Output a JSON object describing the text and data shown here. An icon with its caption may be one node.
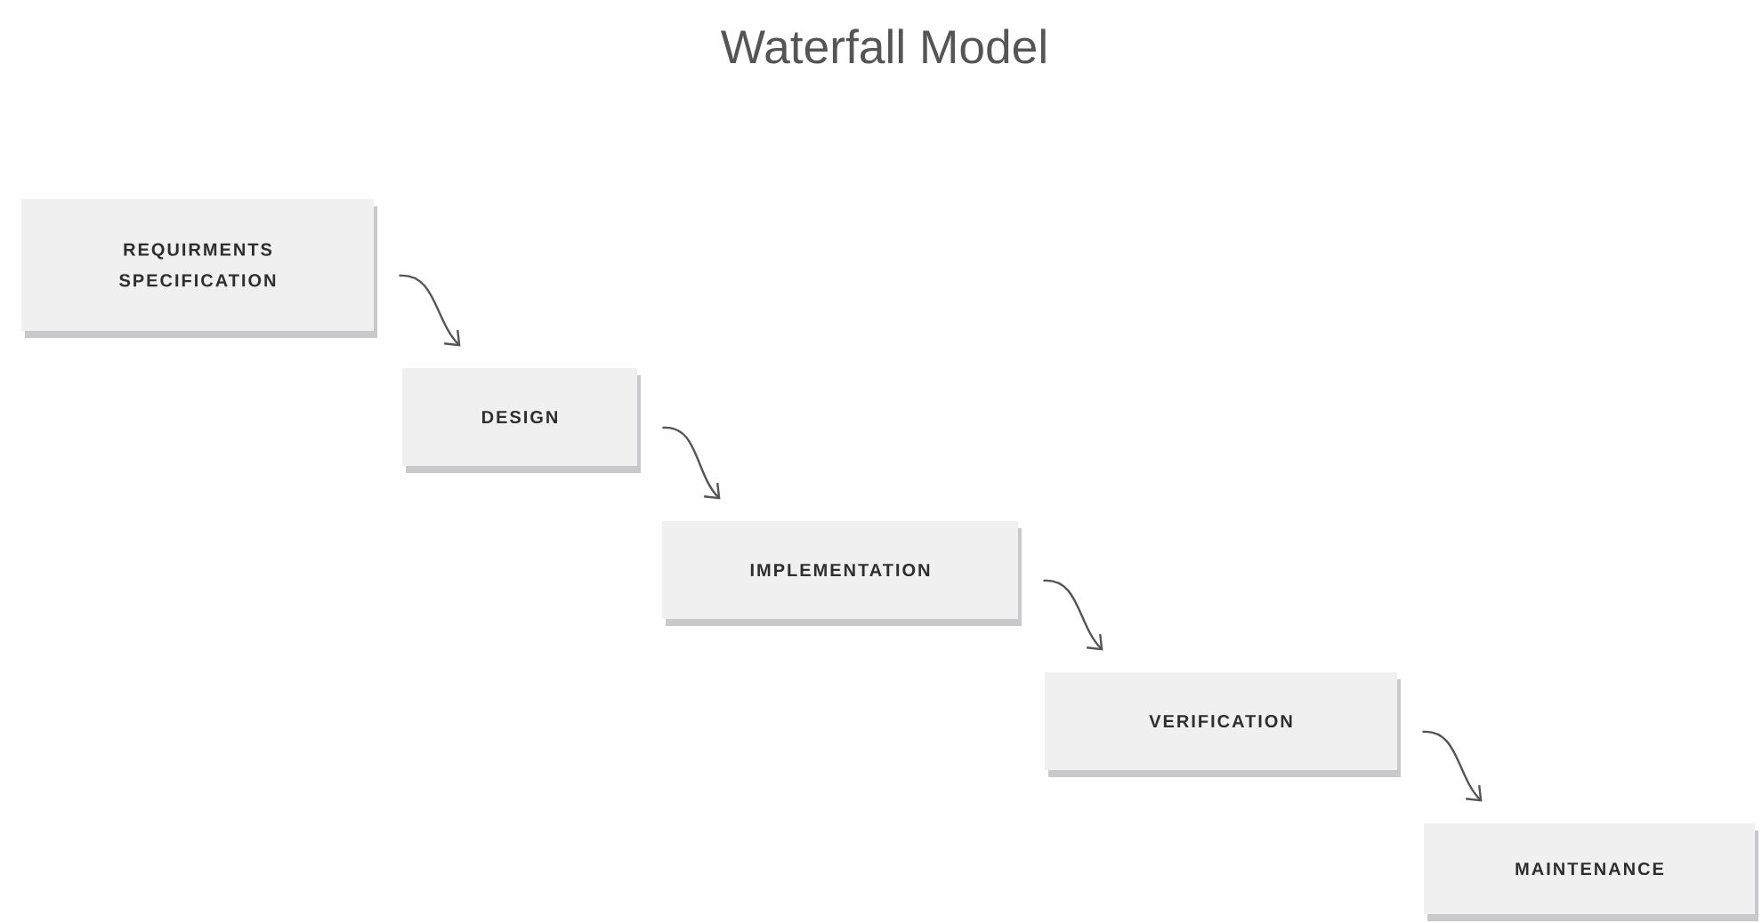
{
  "diagram": {
    "title": "Waterfall Model",
    "nodes": [
      {
        "text": [
          "REQUIRMENTS SPECIFICATION"
        ]
      },
      {
        "text": [
          "DESIGN"
        ]
      },
      {
        "text": [
          "IMPLEMENTATION"
        ]
      },
      {
        "text": [
          "VERIFICATION"
        ]
      },
      {
        "text": [
          "MAINTENANCE"
        ]
      }
    ],
    "edges": [
      {
        "from": 0,
        "to": 1,
        "arrow": "to"
      },
      {
        "from": 1,
        "to": 2,
        "arrow": "to"
      },
      {
        "from": 2,
        "to": 3,
        "arrow": "to"
      },
      {
        "from": 3,
        "to": 4,
        "arrow": "to"
      }
    ]
  }
}
